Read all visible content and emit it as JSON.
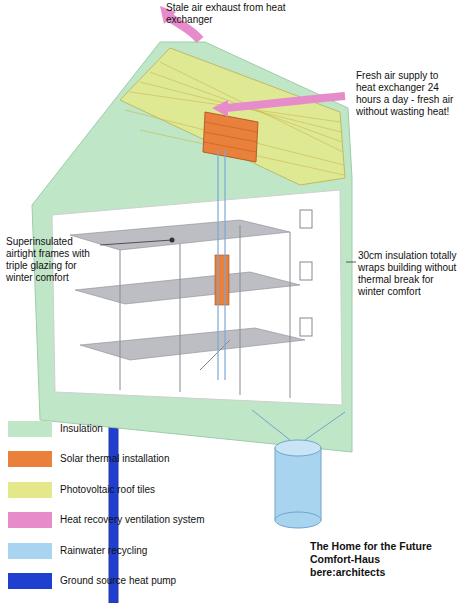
{
  "diagram": {
    "title": "The Home for the Future",
    "labels": [
      "Stale air exhaust from heat exchanger",
      "Fresh air supply to heat exchanger 24 hours a day - fresh air without wasting heat!",
      "Superinsulated airtight frames with triple glazing for winter comfort",
      "30cm insulation totally wraps building without thermal break for winter comfort",
      "Comfort-Haus",
      "bere:architects"
    ],
    "legend": [
      {
        "text": "Insulation",
        "color": "#bfe6c6"
      },
      {
        "text": "Solar thermal installation",
        "color": "#e9803c"
      },
      {
        "text": "Photovoltaic roof tiles",
        "color": "#e4e88a"
      },
      {
        "text": "Heat recovery ventilation system",
        "color": "#e68ccb"
      },
      {
        "text": "Rainwater recycling",
        "color": "#a8d4ef"
      },
      {
        "text": "Ground source heat pump",
        "color": "#1f3fd0"
      }
    ]
  }
}
